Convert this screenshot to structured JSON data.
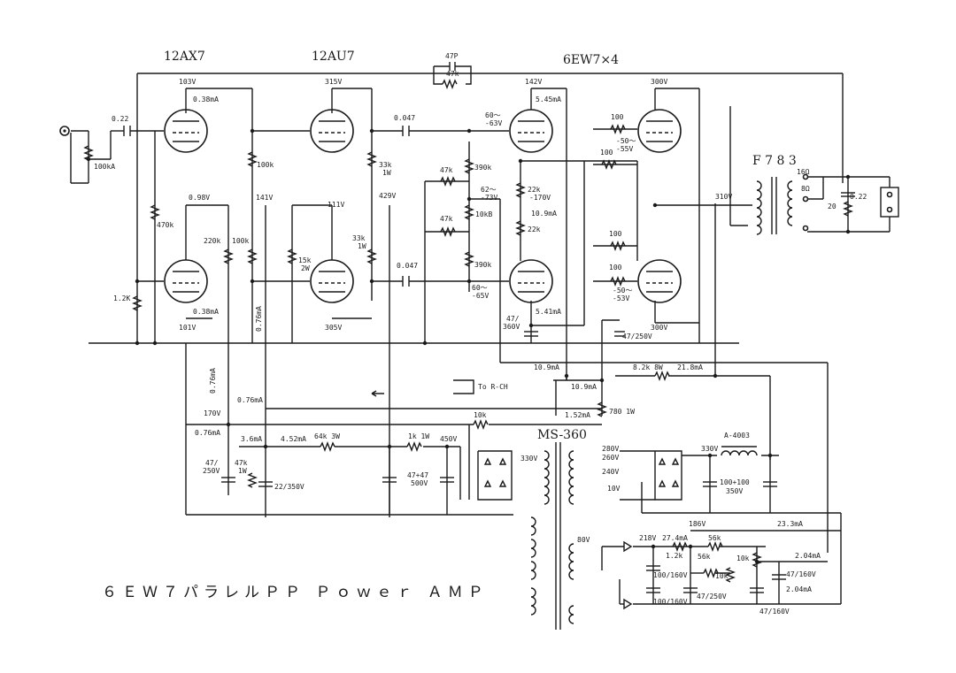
{
  "title": "６ＥＷ７パラレルＰＰ Ｐｏｗｅｒ ＡＭＰ",
  "tubes": {
    "v1": "12AX7",
    "v2": "12AU7",
    "v3": "6EW7×4"
  },
  "transformers": {
    "output": "F 7 8 3",
    "power": "MS-360",
    "choke": "A-4003"
  },
  "output_taps": {
    "t16": "16Ω",
    "t8": "8Ω"
  },
  "labels": {
    "cap_in": "0.22",
    "vr_in": "100kA",
    "r_470k": "470k",
    "r_1k2": "1.2K",
    "v_103": "103V",
    "i_038a": "0.38mA",
    "i_098": "0.98V",
    "i_038b": "0.38mA",
    "v_101": "101V",
    "r_220k": "220k",
    "r_100k_a": "100k",
    "r_100k_b": "100k",
    "v_141": "141V",
    "v_315": "315V",
    "v_111": "111V",
    "r_15k": "15k",
    "r_15k_w": "2W",
    "v_305": "305V",
    "r_33k_a": "33k",
    "r_33k_a_w": "1W",
    "r_33k_b": "33k",
    "r_33k_b_w": "1W",
    "v_429": "429V",
    "c_047a": "0.047",
    "c_047b": "0.047",
    "c_47p": "47P",
    "r_47k_fb": "47k",
    "r_47k_a": "47k",
    "r_47k_b": "47k",
    "r_390k_a": "390k",
    "r_390k_b": "390k",
    "bias_a1": "60～",
    "bias_a2": "-63V",
    "bias_b1": "62～",
    "bias_b2": "-73V",
    "bias_c1": "60～",
    "bias_c2": "-65V",
    "vr_10kb": "10kB",
    "v_142": "142V",
    "i_545": "5.45mA",
    "r_22k_a": "22k",
    "v_170": "-170V",
    "i_109": "10.9mA",
    "r_22k_b": "22k",
    "i_541": "5.41mA",
    "c_47_360": "47/",
    "c_47_360b": "360V",
    "v_300a": "300V",
    "r_100_a": "100",
    "bias_d1": "-50～",
    "bias_d2": "-55V",
    "r_100_b": "100",
    "r_100_c": "100",
    "r_100_d": "100",
    "bias_e1": "-50～",
    "bias_e2": "-53V",
    "v_300b": "300V",
    "c_47_250": "47/250V",
    "v_310": "310V",
    "r_20": "20",
    "c_022": "0.22",
    "i_109b": "10.9mA",
    "r_8k2": "8.2k 8W",
    "i_218": "21.8mA",
    "i_109c": "10.9mA",
    "r_780": "780 1W",
    "i_152": "1.52mA",
    "r_10k": "10k",
    "to_rch": "To R-CH",
    "i_076a": "0.76mA",
    "i_076b": "0.76mA",
    "i_076c": "0.76mA",
    "i_076d": "0.76mA",
    "v_170b": "170V",
    "i_36": "3.6mA",
    "i_452": "4.52mA",
    "r_64k": "64k 3W",
    "r_1k": "1k 1W",
    "v_450": "450V",
    "c_47_250b": "47/",
    "c_47_250c": "250V",
    "r_47k_c": "47k",
    "r_47k_cw": "1W",
    "c_22_350": "22/350V",
    "c_4747": "47+47",
    "c_4747v": "500V",
    "tap_330a": "330V",
    "tap_280": "280V",
    "tap_260": "260V",
    "tap_240": "240V",
    "tap_10": "10V",
    "v_330": "330V",
    "c_100100": "100+100",
    "c_100100v": "350V",
    "v_186": "186V",
    "i_233": "23.3mA",
    "tap_80": "80V",
    "v_218": "218V",
    "i_274": "27.4mA",
    "r_12k": "1.2k",
    "r_56k_a": "56k",
    "r_56k_b": "56k",
    "vr_10k_a": "10k",
    "vr_10k_b": "10k",
    "c_100_160a": "100/160V",
    "c_100_160b": "100/160V",
    "c_47_250d": "47/250V",
    "i_204a": "2.04mA",
    "i_204b": "2.04mA",
    "c_47_160a": "47/160V",
    "c_47_160b": "47/160V"
  }
}
